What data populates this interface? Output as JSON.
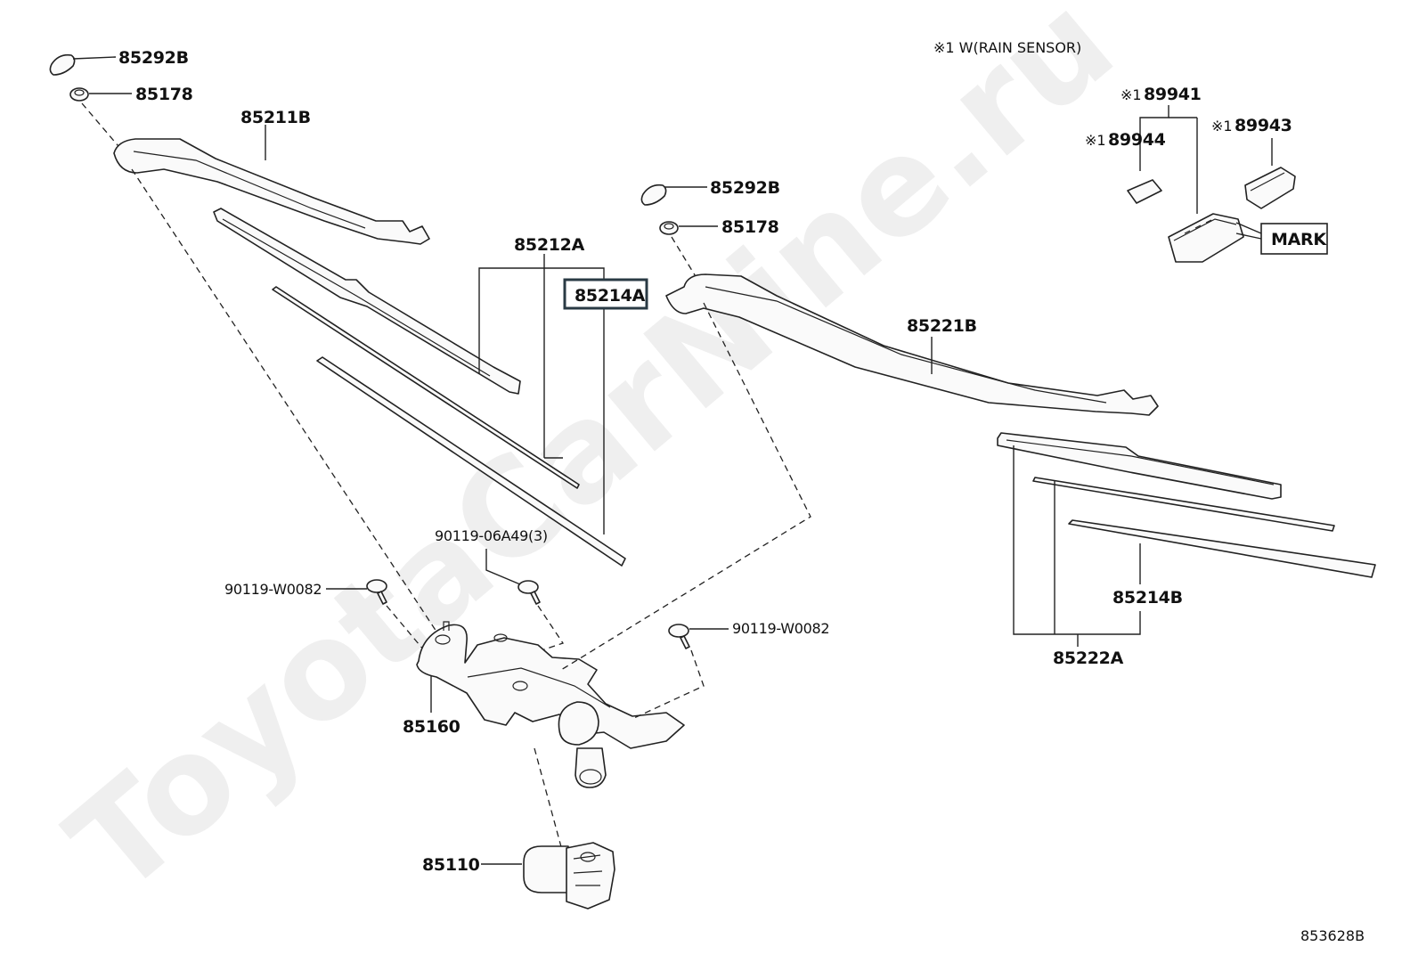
{
  "watermark": "ToyotaCarNine.ru",
  "note": "※1 W(RAIN SENSOR)",
  "diagram_code": "853628B",
  "highlighted_part": "85214A",
  "parts": {
    "cap_left": "85292B",
    "nut_left": "85178",
    "arm_left": "85211B",
    "blade_left": "85212A",
    "rubber_left": "85214A",
    "bolt_3": "90119-06A49(3)",
    "bolt_left": "90119-W0082",
    "link": "85160",
    "motor": "85110",
    "cap_right": "85292B",
    "nut_right": "85178",
    "arm_right": "85221B",
    "bolt_right": "90119-W0082",
    "rubber_right": "85214B",
    "blade_right": "85222A",
    "sensor": "89941",
    "sensor_pad": "89944",
    "sensor_cover": "89943",
    "mark": "MARK"
  },
  "marker": "※1"
}
